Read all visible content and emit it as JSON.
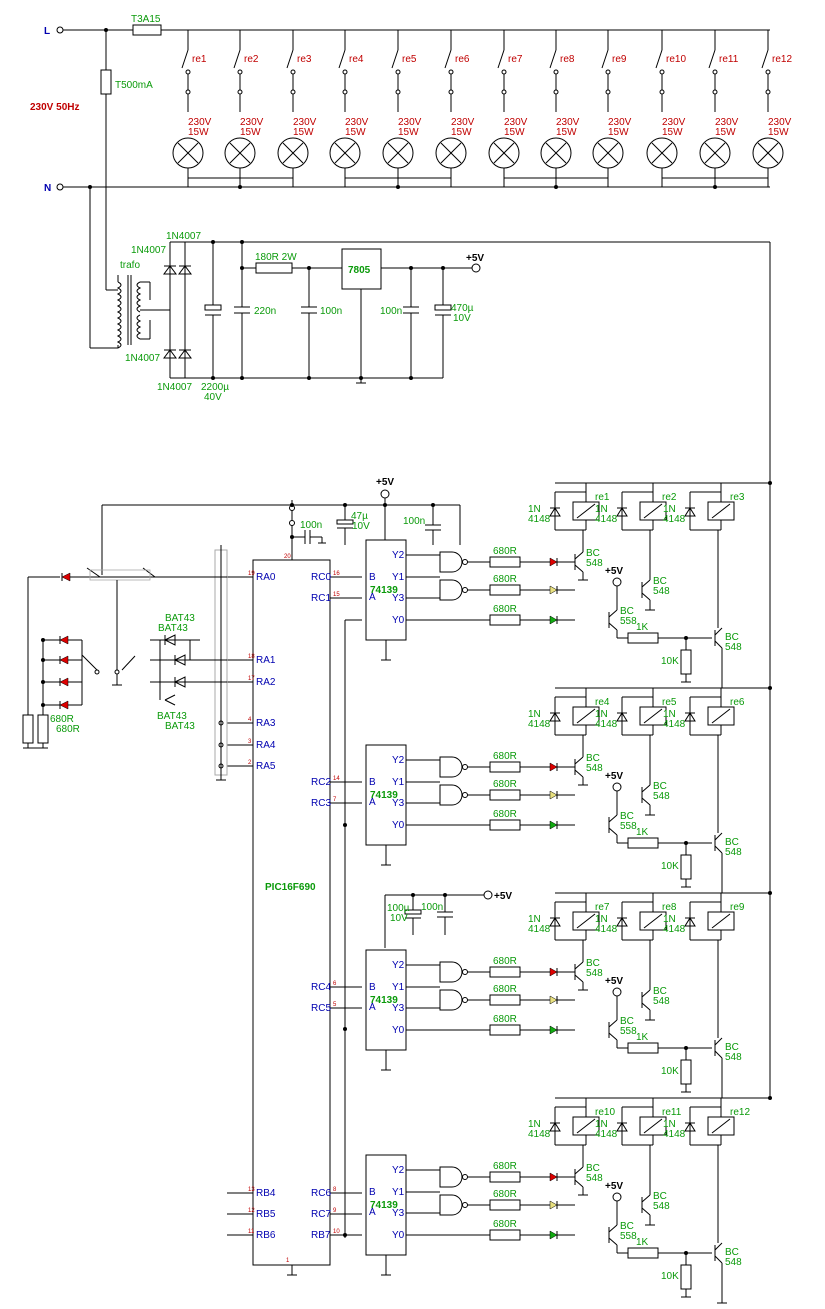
{
  "mains": {
    "line_label": "L",
    "neutral_label": "N",
    "supply_label": "230V 50Hz",
    "fuse_main": "T3A15",
    "fuse_trafo": "T500mA"
  },
  "relays": [
    "re1",
    "re2",
    "re3",
    "re4",
    "re5",
    "re6",
    "re7",
    "re8",
    "re9",
    "re10",
    "re11",
    "re12"
  ],
  "lamp_rating": {
    "voltage": "230V",
    "power": "15W"
  },
  "power_supply": {
    "rectifier_diode": "1N4007",
    "transformer": "trafo",
    "bulk_cap_value": "2200µ",
    "bulk_cap_voltage": "40V",
    "cap1": "220n",
    "resistor": "180R 2W",
    "cap2": "100n",
    "regulator": "7805",
    "cap3": "100n",
    "out_cap_value": "470µ",
    "out_cap_voltage": "10V",
    "vout": "+5V"
  },
  "controller": {
    "mcu": "PIC16F690",
    "decoupling_cap": "100n",
    "pins_left": [
      "RA0",
      "RA1",
      "RA2",
      "RA3",
      "RA4",
      "RA5",
      "RB4",
      "RB5",
      "RB6"
    ],
    "pins_left_numbers": [
      "19",
      "18",
      "17",
      "4",
      "3",
      "2",
      "13",
      "12",
      "11"
    ],
    "pins_right": [
      "RC0",
      "RC1",
      "RC2",
      "RC3",
      "RC4",
      "RC5",
      "RC6",
      "RC7",
      "RB7"
    ],
    "pins_right_numbers": [
      "16",
      "15",
      "14",
      "7",
      "6",
      "5",
      "8",
      "9",
      "10"
    ],
    "vdd_pin": "20",
    "vss_pin": "1"
  },
  "inputs": {
    "diode": "BAT43",
    "resistor": "680R"
  },
  "stage": {
    "decoder": "74139",
    "decoder_outputs": [
      "Y2",
      "Y1",
      "Y3",
      "Y0"
    ],
    "decoder_inputs": [
      "B",
      "A"
    ],
    "decap_cap_value": "47µ",
    "decap_cap_voltage": "10V",
    "decap_cap": "100n",
    "stage3_cap_value": "100µ",
    "stage3_cap_voltage": "10V",
    "series_resistor": "680R",
    "base_resistor": "1K",
    "pulldown_resistor": "10K",
    "npn": "BC 548",
    "pnp": "BC 558",
    "flyback_diode": "1N 4148",
    "supply": "+5V"
  }
}
